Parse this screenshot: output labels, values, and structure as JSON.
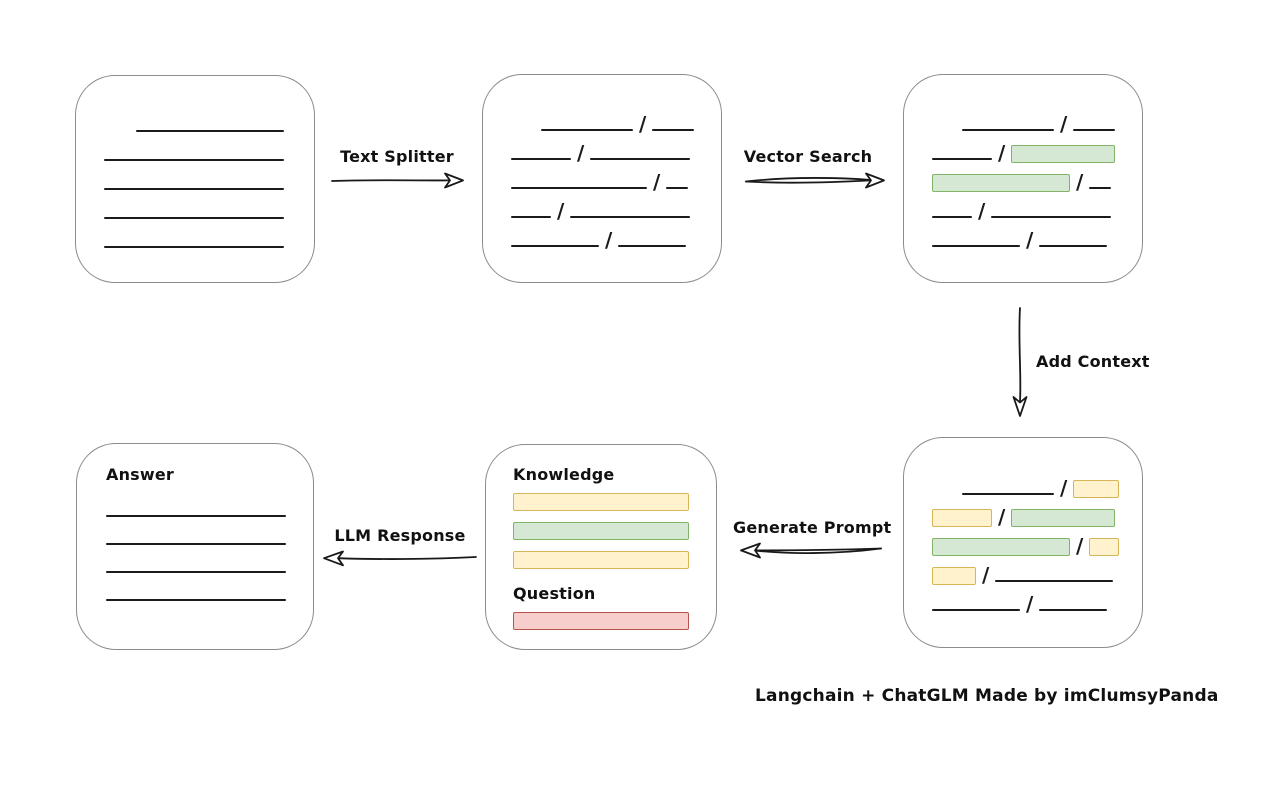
{
  "labels": {
    "text_splitter": "Text Splitter",
    "vector_search": "Vector Search",
    "add_context": "Add Context",
    "generate_prompt": "Generate Prompt",
    "llm_response": "LLM Response",
    "knowledge": "Knowledge",
    "question": "Question",
    "answer": "Answer",
    "footer": "Langchain + ChatGLM Made by imClumsyPanda"
  },
  "separator": "/",
  "colors": {
    "line": "#1b1b1b",
    "box_border": "#8c8c8c",
    "green_fill": "#d5e8d4",
    "green_border": "#82b366",
    "yellow_fill": "#fff2cc",
    "yellow_border": "#d6b656",
    "red_fill": "#f8cecc",
    "red_border": "#b85450"
  },
  "boxes": {
    "document": {
      "rows": [
        {
          "ind": 32,
          "segs": [
            {
              "t": "line",
              "w": 148
            }
          ]
        },
        {
          "segs": [
            {
              "t": "line",
              "w": 180
            }
          ]
        },
        {
          "segs": [
            {
              "t": "line",
              "w": 180
            }
          ]
        },
        {
          "segs": [
            {
              "t": "line",
              "w": 180
            }
          ]
        },
        {
          "segs": [
            {
              "t": "line",
              "w": 180
            }
          ]
        }
      ]
    },
    "chunks": {
      "rows": [
        {
          "ind": 30,
          "segs": [
            {
              "t": "line",
              "w": 92
            },
            {
              "t": "line",
              "w": 42
            }
          ]
        },
        {
          "segs": [
            {
              "t": "line",
              "w": 60
            },
            {
              "t": "line",
              "w": 100
            }
          ]
        },
        {
          "segs": [
            {
              "t": "line",
              "w": 136
            },
            {
              "t": "line",
              "w": 22
            }
          ]
        },
        {
          "segs": [
            {
              "t": "line",
              "w": 40
            },
            {
              "t": "line",
              "w": 120
            }
          ]
        },
        {
          "segs": [
            {
              "t": "line",
              "w": 88
            },
            {
              "t": "line",
              "w": 68
            }
          ]
        }
      ]
    },
    "vector_matches": {
      "rows": [
        {
          "ind": 30,
          "segs": [
            {
              "t": "line",
              "w": 92
            },
            {
              "t": "line",
              "w": 42
            }
          ]
        },
        {
          "segs": [
            {
              "t": "line",
              "w": 60
            },
            {
              "t": "green",
              "w": 104
            }
          ]
        },
        {
          "segs": [
            {
              "t": "green",
              "w": 138
            },
            {
              "t": "line",
              "w": 22
            }
          ]
        },
        {
          "segs": [
            {
              "t": "line",
              "w": 40
            },
            {
              "t": "line",
              "w": 120
            }
          ]
        },
        {
          "segs": [
            {
              "t": "line",
              "w": 88
            },
            {
              "t": "line",
              "w": 68
            }
          ]
        }
      ]
    },
    "context": {
      "rows": [
        {
          "ind": 30,
          "segs": [
            {
              "t": "line",
              "w": 92
            },
            {
              "t": "yellow",
              "w": 46
            }
          ]
        },
        {
          "segs": [
            {
              "t": "yellow",
              "w": 60
            },
            {
              "t": "green",
              "w": 104
            }
          ]
        },
        {
          "segs": [
            {
              "t": "green",
              "w": 138
            },
            {
              "t": "yellow",
              "w": 30
            }
          ]
        },
        {
          "segs": [
            {
              "t": "yellow",
              "w": 44
            },
            {
              "t": "line",
              "w": 118
            }
          ]
        },
        {
          "segs": [
            {
              "t": "line",
              "w": 88
            },
            {
              "t": "line",
              "w": 68
            }
          ]
        }
      ]
    },
    "prompt": {
      "knowledge_bars": [
        "yellow",
        "green",
        "yellow"
      ],
      "question_bars": [
        "red"
      ]
    },
    "answer": {
      "rows": [
        {
          "segs": [
            {
              "t": "line",
              "w": 180
            }
          ]
        },
        {
          "segs": [
            {
              "t": "line",
              "w": 180
            }
          ]
        },
        {
          "segs": [
            {
              "t": "line",
              "w": 180
            }
          ]
        },
        {
          "segs": [
            {
              "t": "line",
              "w": 180
            }
          ]
        }
      ]
    }
  }
}
